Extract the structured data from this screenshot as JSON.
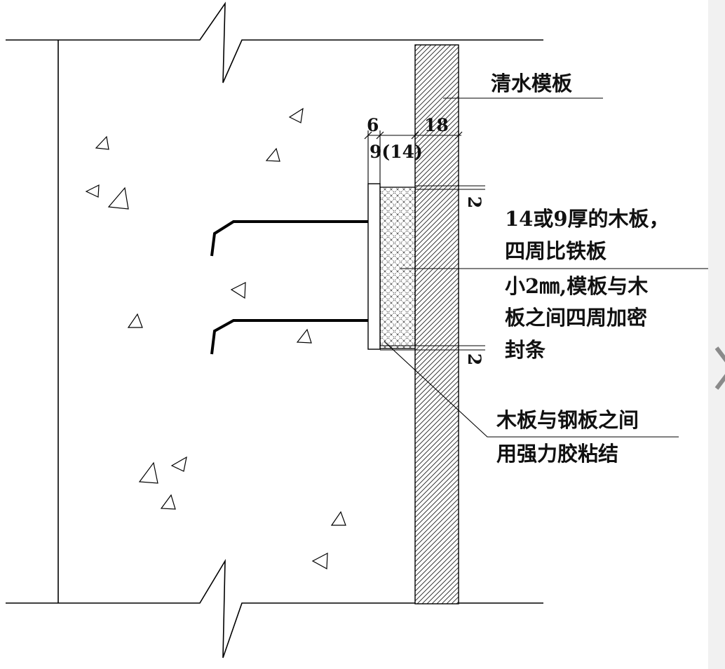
{
  "labels": {
    "formwork": "清水模板",
    "dim_top_6": "6",
    "dim_top_18": "18",
    "dim_9_14": "9(14)",
    "dim_side_top": "2",
    "dim_side_bottom": "2",
    "note1_line1": "14或9厚的木板，",
    "note1_line2": "四周比铁板",
    "note1_line3": "小2㎜,模板与木",
    "note1_line4": "板之间四周加密",
    "note1_line5": "封条",
    "note2_line1": "木板与钢板之间",
    "note2_line2": "用强力胶粘结"
  },
  "icons": {
    "next": "chevron-right-icon"
  }
}
